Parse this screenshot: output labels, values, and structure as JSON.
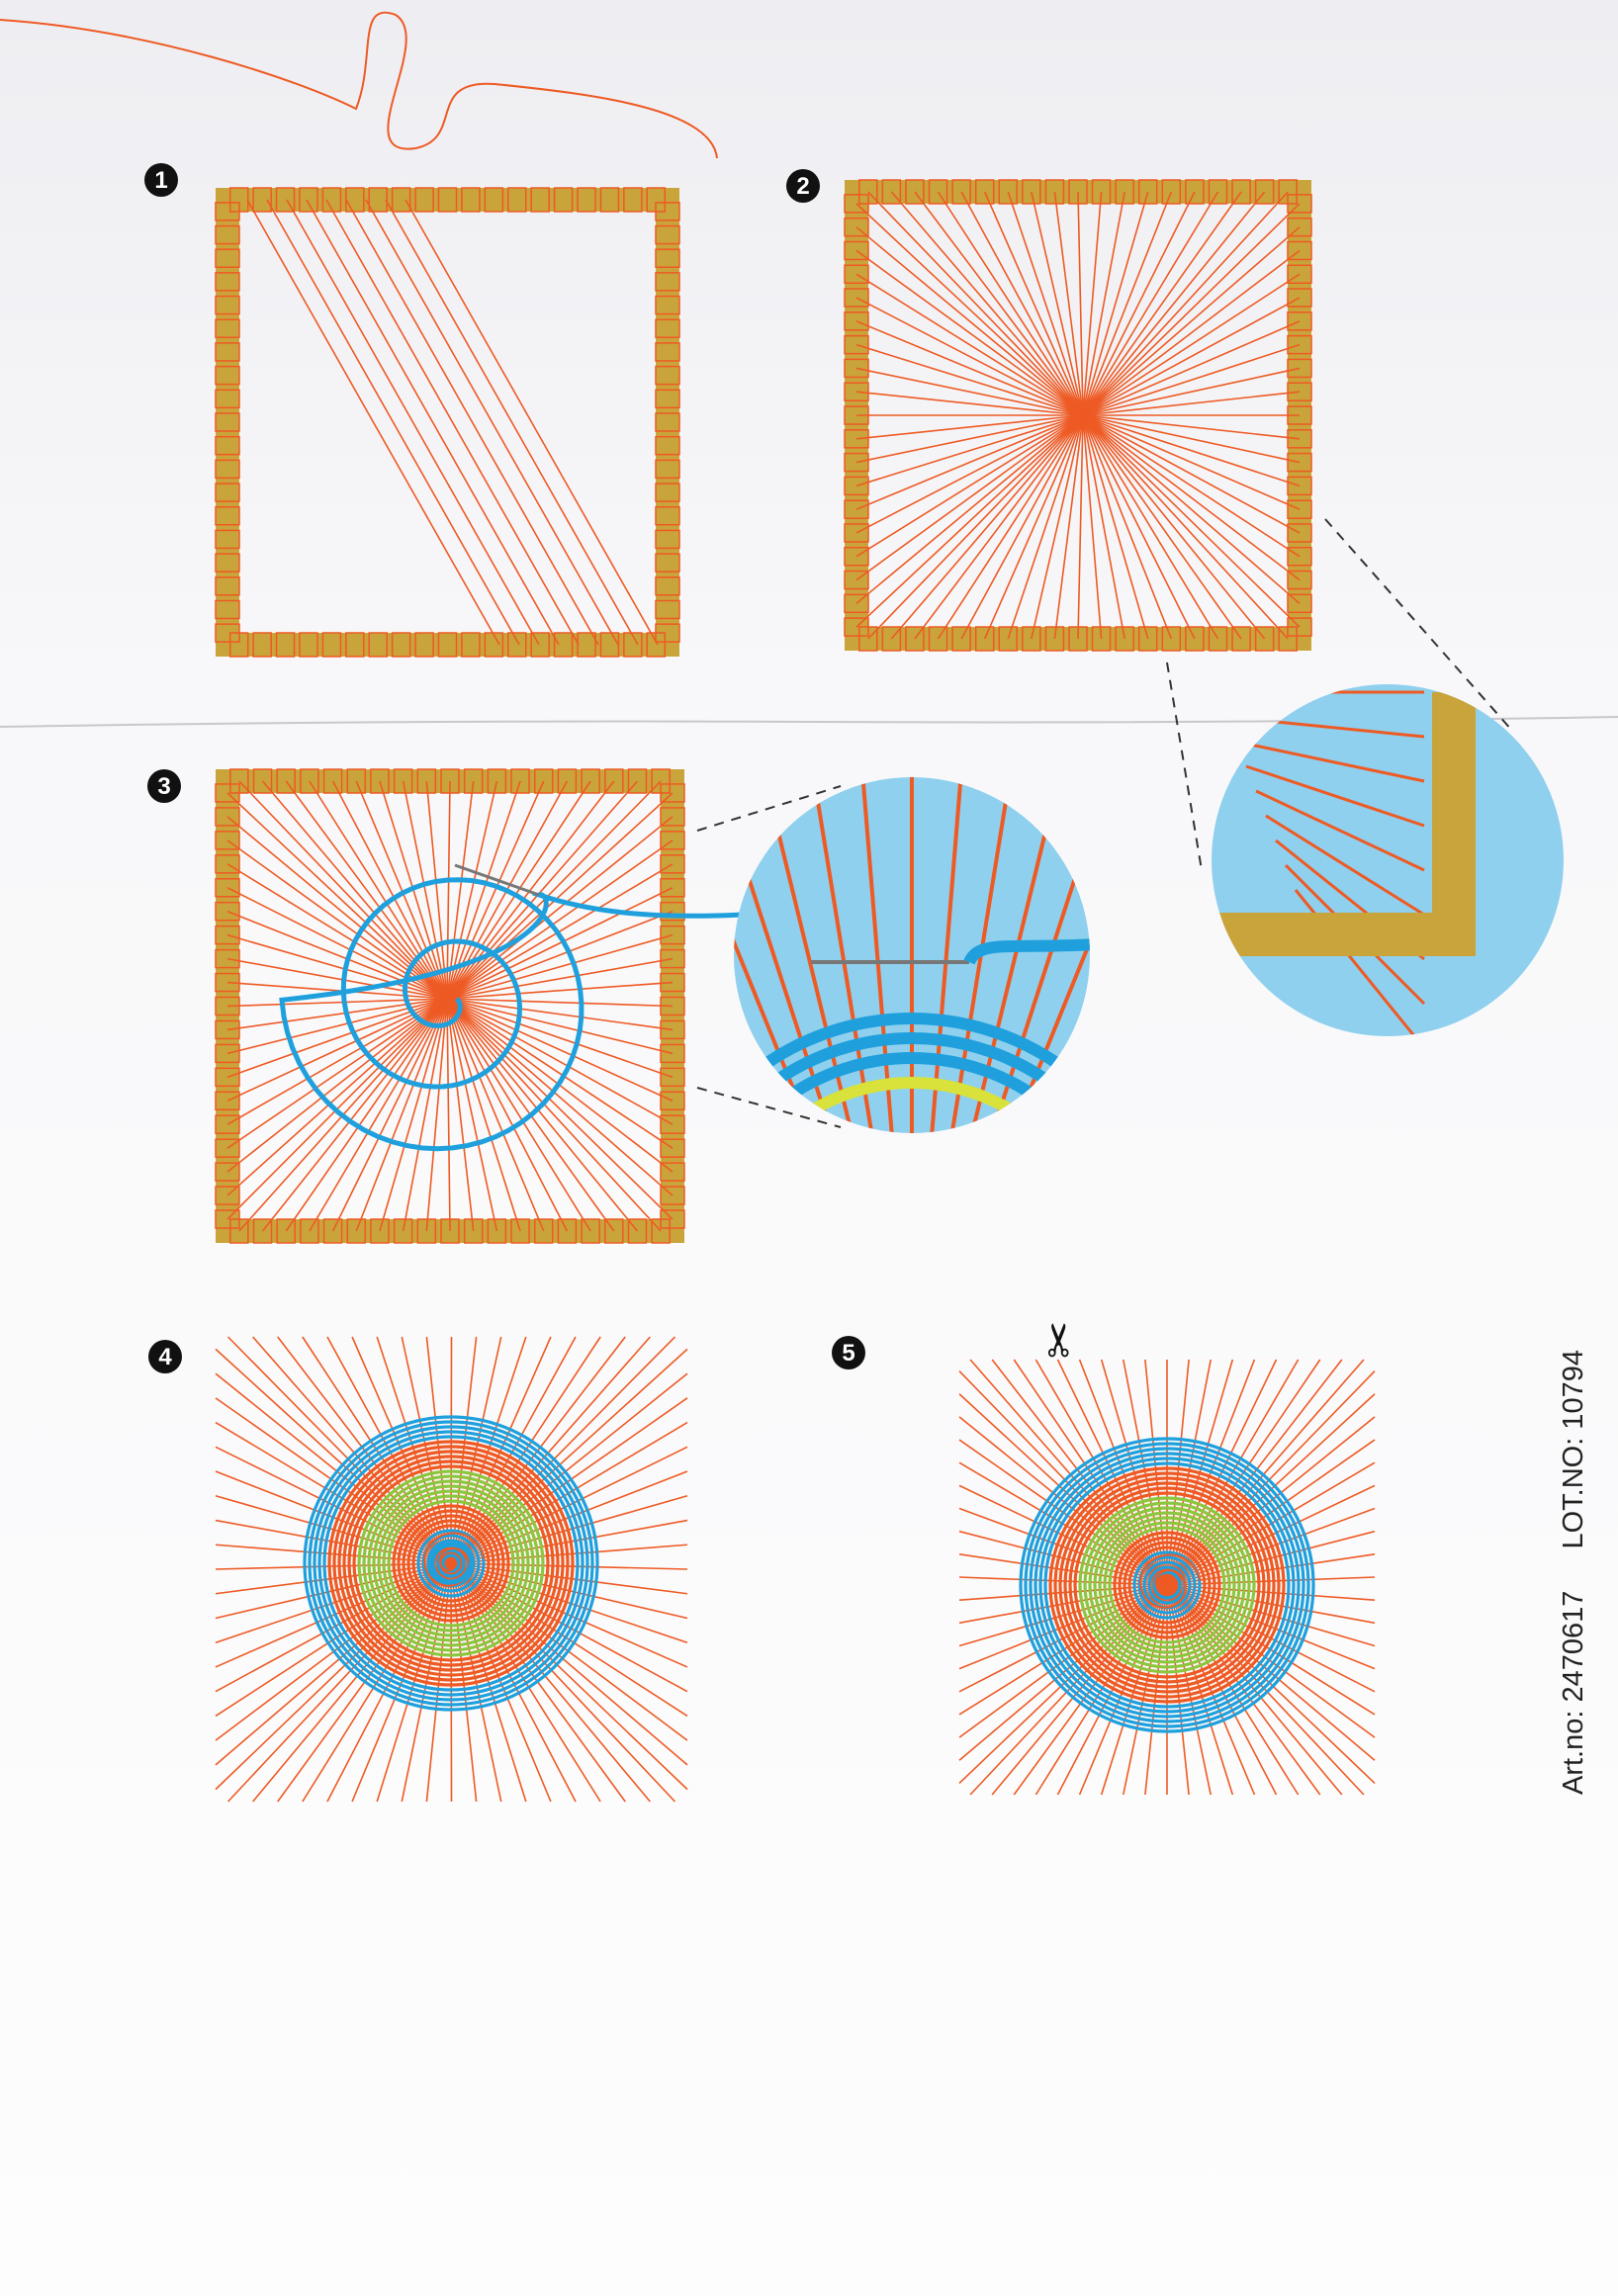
{
  "steps": [
    {
      "number": "1"
    },
    {
      "number": "2"
    },
    {
      "number": "3"
    },
    {
      "number": "4"
    },
    {
      "number": "5"
    }
  ],
  "footer": {
    "art_no": "Art.no: 2470617",
    "lot_no": "LOT.NO: 10794"
  },
  "colors": {
    "frame": "#c9a43a",
    "thread": "#ee5a24",
    "blue": "#1fa0dd",
    "green": "#8cc63f",
    "zoom_bg": "#8fd0ee"
  }
}
